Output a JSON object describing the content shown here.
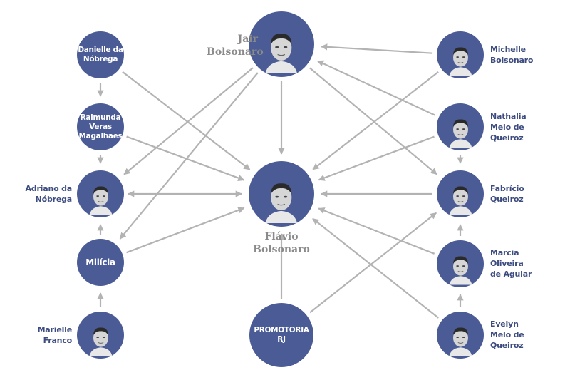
{
  "colors": {
    "node": "#4a5b95",
    "arrow": "#b3b3b3",
    "label": "#3d4c80",
    "main_label": "#8a8a8a"
  },
  "nodes": {
    "danielle": {
      "label": "Danielle da Nóbrega",
      "photo": false
    },
    "raimunda": {
      "label": "Raimunda Veras Magalhães",
      "photo": false
    },
    "adriano": {
      "label": "Adriano da Nóbrega",
      "photo": true
    },
    "milicia": {
      "label": "Milícia",
      "photo": false
    },
    "marielle": {
      "label": "Marielle Franco",
      "photo": true
    },
    "jair": {
      "label": "Jair Bolsonaro",
      "photo": true
    },
    "flavio": {
      "label": "Flávio Bolsonaro",
      "photo": true
    },
    "promotoria": {
      "label": "PROMOTORIA RJ",
      "photo": false
    },
    "michelle": {
      "label": "Michelle Bolsonaro",
      "photo": true
    },
    "nathalia": {
      "label": "Nathalia Melo de Queiroz",
      "photo": true
    },
    "fabricio": {
      "label": "Fabrício Queiroz",
      "photo": true
    },
    "marcia": {
      "label": "Marcia Oliveira de Aguiar",
      "photo": true
    },
    "evelyn": {
      "label": "Evelyn Melo de Queiroz",
      "photo": true
    }
  },
  "edges": [
    {
      "from": "danielle",
      "to": "raimunda"
    },
    {
      "from": "raimunda",
      "to": "adriano"
    },
    {
      "from": "marielle",
      "to": "milicia"
    },
    {
      "from": "milicia",
      "to": "adriano"
    },
    {
      "from": "danielle",
      "to": "flavio"
    },
    {
      "from": "raimunda",
      "to": "flavio"
    },
    {
      "from": "adriano",
      "to": "flavio",
      "both": true
    },
    {
      "from": "milicia",
      "to": "flavio"
    },
    {
      "from": "jair",
      "to": "adriano"
    },
    {
      "from": "jair",
      "to": "milicia"
    },
    {
      "from": "jair",
      "to": "flavio"
    },
    {
      "from": "jair",
      "to": "fabricio"
    },
    {
      "from": "michelle",
      "to": "jair"
    },
    {
      "from": "nathalia",
      "to": "jair"
    },
    {
      "from": "michelle",
      "to": "flavio"
    },
    {
      "from": "nathalia",
      "to": "flavio"
    },
    {
      "from": "nathalia",
      "to": "fabricio"
    },
    {
      "from": "fabricio",
      "to": "flavio"
    },
    {
      "from": "marcia",
      "to": "flavio"
    },
    {
      "from": "marcia",
      "to": "fabricio"
    },
    {
      "from": "evelyn",
      "to": "marcia"
    },
    {
      "from": "evelyn",
      "to": "flavio"
    },
    {
      "from": "promotoria",
      "to": "flavio"
    },
    {
      "from": "promotoria",
      "to": "fabricio"
    }
  ]
}
